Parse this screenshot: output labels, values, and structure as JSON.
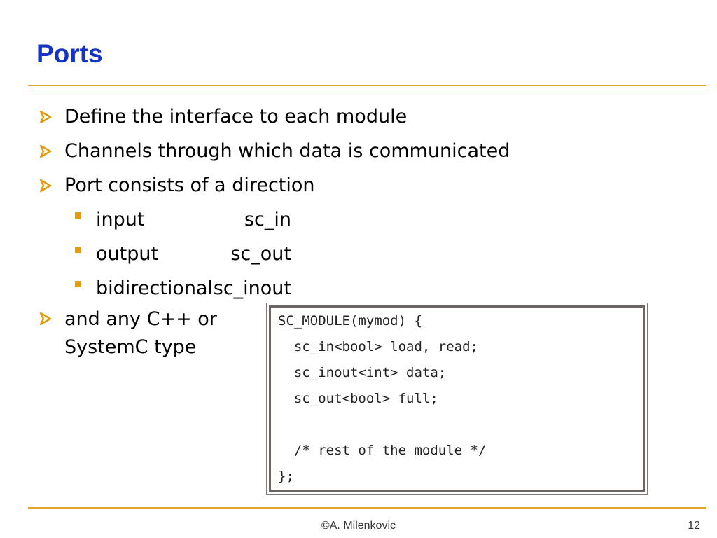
{
  "slide": {
    "title": "Ports",
    "accent_color": "#e39b12",
    "title_color": "#1533c8",
    "bullets": [
      {
        "text": "Define the interface to each module",
        "icon": "arrow-bullet-icon"
      },
      {
        "text": "Channels through which data is communicated",
        "icon": "arrow-bullet-icon"
      },
      {
        "text": "Port consists of a direction",
        "icon": "arrow-bullet-icon"
      }
    ],
    "directions": [
      {
        "label": "input",
        "type": "sc_in",
        "icon": "square-bullet-icon"
      },
      {
        "label": "output",
        "type": "sc_out",
        "icon": "square-bullet-icon"
      },
      {
        "label": "bidirectional",
        "type": "sc_inout",
        "icon": "square-bullet-icon"
      }
    ],
    "last_bullet": {
      "line1": "and any C++ or",
      "line2": "SystemC type",
      "icon": "arrow-bullet-icon"
    },
    "code": [
      "SC_MODULE(mymod) {",
      "  sc_in<bool> load, read;",
      "  sc_inout<int> data;",
      "  sc_out<bool> full;",
      "",
      "  /* rest of the module */",
      "};"
    ],
    "footer": {
      "author": "©A. Milenkovic",
      "page_number": "12"
    }
  }
}
